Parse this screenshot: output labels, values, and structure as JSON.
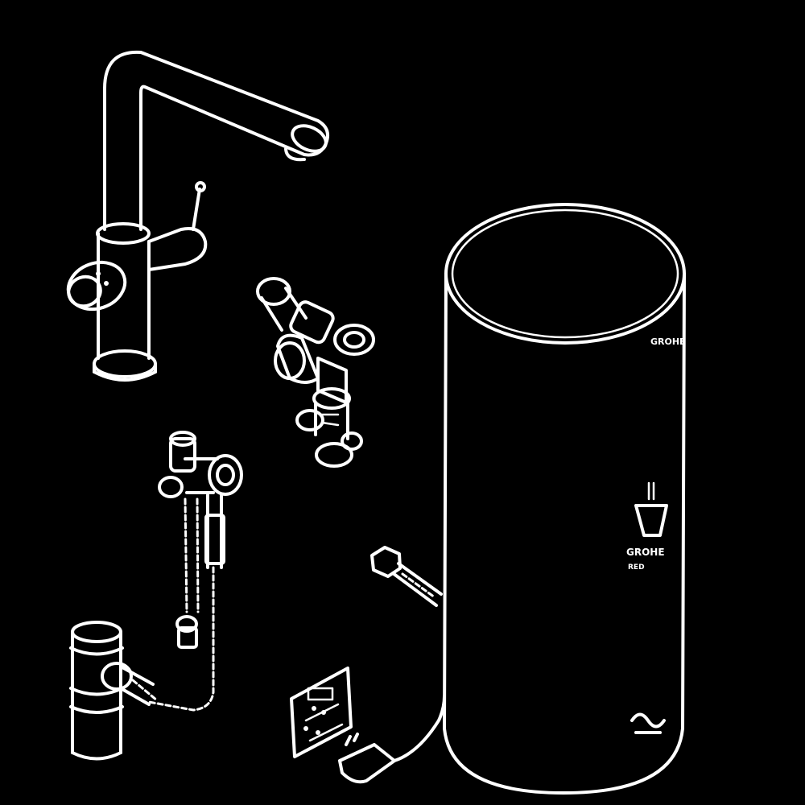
{
  "figure": {
    "background": "#000000",
    "stroke_color": "#ffffff",
    "brand_text_top": "GROHE",
    "brand_text_badge": "GROHE",
    "badge_sub_text": "RED"
  },
  "components": [
    {
      "name": "kitchen-faucet",
      "icon": "faucet-icon"
    },
    {
      "name": "t-valve-assembly",
      "icon": "valve-icon"
    },
    {
      "name": "thermostatic-mixing-valve",
      "icon": "mixer-valve-icon"
    },
    {
      "name": "waste-trap",
      "icon": "trap-icon"
    },
    {
      "name": "boiler-tank",
      "icon": "boiler-icon"
    },
    {
      "name": "inlet-hose",
      "icon": "hose-icon"
    },
    {
      "name": "drilling-template",
      "icon": "template-icon"
    },
    {
      "name": "power-plug",
      "icon": "plug-icon"
    }
  ]
}
